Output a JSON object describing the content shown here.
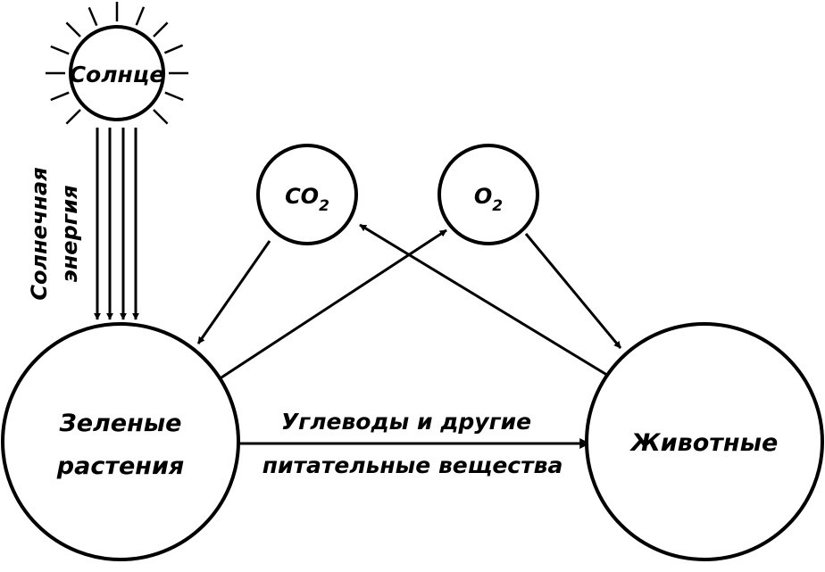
{
  "nodes": {
    "sun": "Солнце",
    "co2": {
      "base": "CO",
      "sub": "2"
    },
    "o2": {
      "base": "O",
      "sub": "2"
    },
    "plants": [
      "Зеленые",
      "растения"
    ],
    "animals": "Животные"
  },
  "labels": {
    "solar_energy": [
      "Солнечная",
      "энергия"
    ],
    "nutrients": [
      "Углеводы и другие",
      "питательные вещества"
    ]
  },
  "colors": {
    "ink": "#000000",
    "background": "#ffffff"
  }
}
